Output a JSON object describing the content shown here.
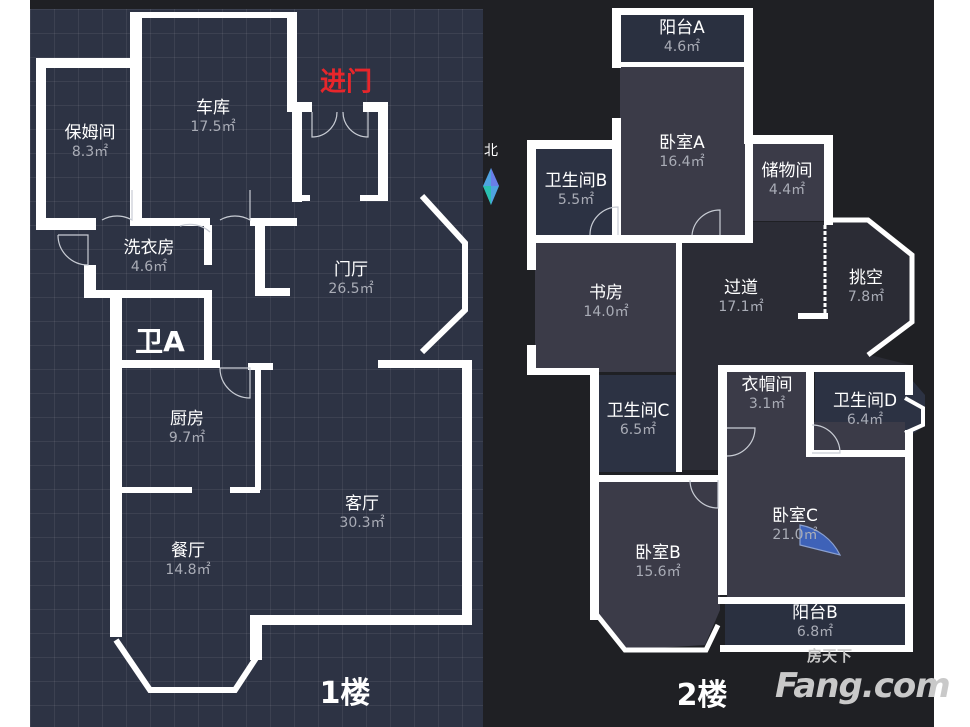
{
  "floor1": {
    "label": "1楼",
    "entrance_label": "进门",
    "wc_label": "卫A",
    "rooms": [
      {
        "name": "保姆间",
        "area": "8.3㎡"
      },
      {
        "name": "车库",
        "area": "17.5㎡"
      },
      {
        "name": "洗衣房",
        "area": "4.6㎡"
      },
      {
        "name": "门厅",
        "area": "26.5㎡"
      },
      {
        "name": "厨房",
        "area": "9.7㎡"
      },
      {
        "name": "客厅",
        "area": "30.3㎡"
      },
      {
        "name": "餐厅",
        "area": "14.8㎡"
      }
    ]
  },
  "floor2": {
    "label": "2楼",
    "rooms": [
      {
        "name": "阳台A",
        "area": "4.6㎡"
      },
      {
        "name": "卧室A",
        "area": "16.4㎡"
      },
      {
        "name": "卫生间B",
        "area": "5.5㎡"
      },
      {
        "name": "储物间",
        "area": "4.4㎡"
      },
      {
        "name": "书房",
        "area": "14.0㎡"
      },
      {
        "name": "过道",
        "area": "17.1㎡"
      },
      {
        "name": "挑空",
        "area": "7.8㎡"
      },
      {
        "name": "卫生间C",
        "area": "6.5㎡"
      },
      {
        "name": "衣帽间",
        "area": "3.1㎡"
      },
      {
        "name": "卫生间D",
        "area": "6.4㎡"
      },
      {
        "name": "卧室C",
        "area": "21.0㎡"
      },
      {
        "name": "卧室B",
        "area": "15.6㎡"
      },
      {
        "name": "阳台B",
        "area": "6.8㎡"
      }
    ]
  },
  "compass": {
    "label": "北",
    "icon": "north-compass-icon"
  },
  "watermark": {
    "cn": "房天下",
    "en": "Fang.com"
  },
  "colors": {
    "wall": "#ffffff",
    "entrance": "#e8262b",
    "panel": "#2d3344"
  }
}
